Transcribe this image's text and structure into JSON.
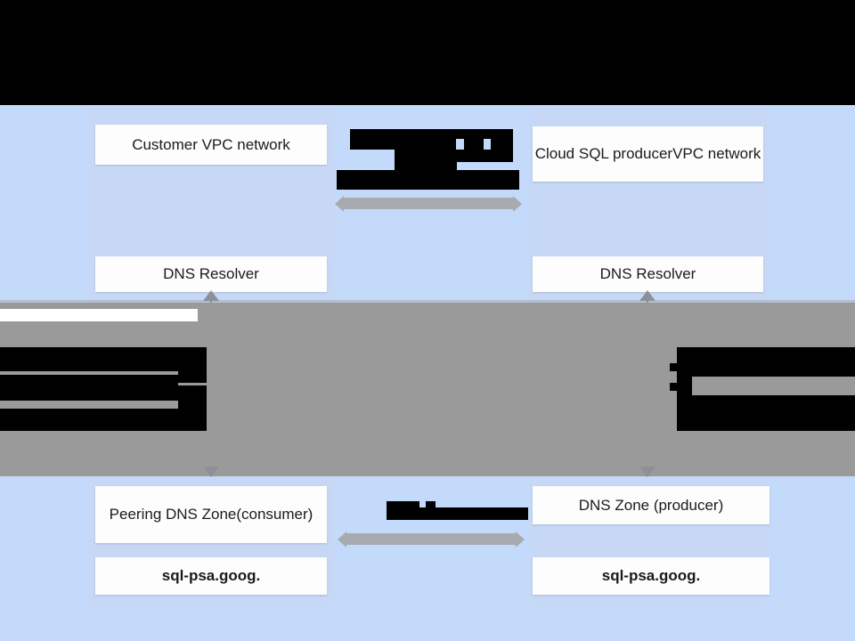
{
  "diagram": {
    "title_alt": "Cloud SQL Private Service Access DNS peering architecture",
    "colors": {
      "background_black": "#000000",
      "panel_blue": "#c6d8f5",
      "outer_blue": "#c3dafa",
      "peering_band_gray": "#9a9a9a",
      "box_white": "#fdfdfd",
      "arrow_gray": "#a8aab0",
      "redaction_black": "#000000"
    },
    "panels": {
      "left_top": {
        "label": "Customer VPC network"
      },
      "right_top": {
        "label": "Cloud SQL producer\nVPC network",
        "line1": "Cloud SQL producer",
        "line2": "VPC network"
      },
      "left_resolver": {
        "label": "DNS Resolver"
      },
      "right_resolver": {
        "label": "DNS Resolver"
      },
      "left_zone": {
        "line1": "Peering DNS Zone",
        "line2": "(consumer)"
      },
      "right_zone": {
        "label": "DNS Zone (producer)"
      },
      "left_record": {
        "label": "sql-psa.goog."
      },
      "right_record": {
        "label": "sql-psa.goog."
      }
    },
    "redactions": [
      {
        "id": "top-mid-1",
        "note": "obscured label above VPC peering arrow"
      },
      {
        "id": "top-mid-2",
        "note": "obscured label above VPC peering arrow"
      },
      {
        "id": "top-mid-3",
        "note": "obscured label above VPC peering arrow"
      },
      {
        "id": "top-mid-4",
        "note": "obscured label above VPC peering arrow"
      },
      {
        "id": "band-left",
        "note": "obscured text block inside peering band, left"
      },
      {
        "id": "band-right",
        "note": "obscured text block inside peering band, right"
      },
      {
        "id": "bottom-mid",
        "note": "obscured label above DNS peering arrow"
      }
    ],
    "arrows": {
      "vpc_peering": {
        "direction": "bidirectional"
      },
      "dns_peering": {
        "direction": "bidirectional"
      },
      "resolver_to_band_left": {
        "direction": "up"
      },
      "resolver_to_band_right": {
        "direction": "up"
      },
      "band_to_zone_left": {
        "direction": "down"
      },
      "band_to_zone_right": {
        "direction": "down"
      }
    }
  }
}
